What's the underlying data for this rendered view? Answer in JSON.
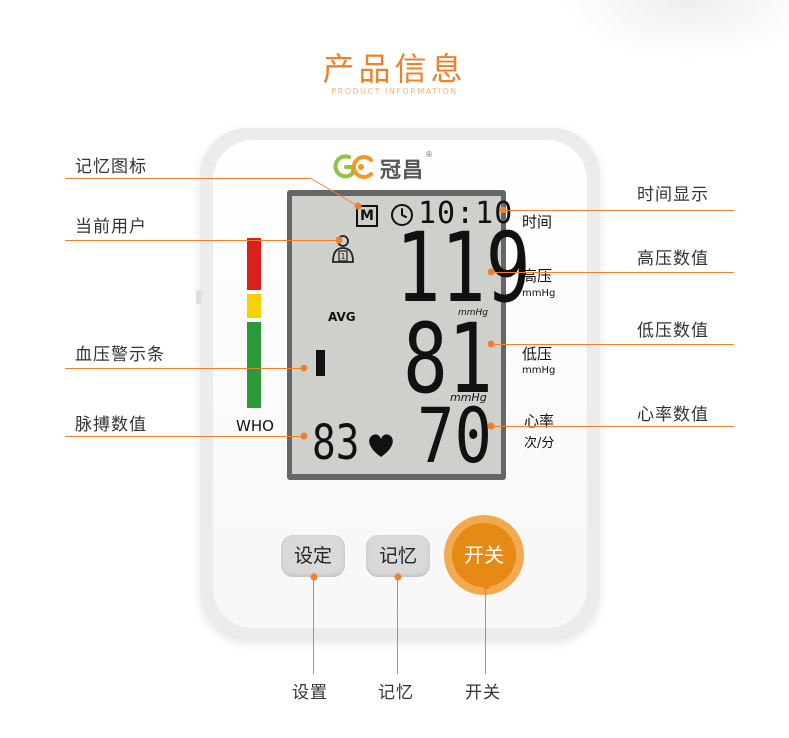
{
  "header": {
    "title": "产品信息",
    "subtitle": "PRODUCT INFORMATION"
  },
  "brand": {
    "logo_mark": "GC",
    "logo_text": "冠昌",
    "registered": "®"
  },
  "callouts": {
    "memory_icon": "记忆图标",
    "current_user": "当前用户",
    "bp_warning": "血压警示条",
    "pulse_value": "脉搏数值",
    "time_display": "时间显示",
    "systolic_value": "高压数值",
    "diastolic_value": "低压数值",
    "heart_rate_value": "心率数值"
  },
  "lcd": {
    "memory_badge": "M",
    "time": "10:10",
    "systolic": "119",
    "diastolic": "81",
    "pulse": "83",
    "heart_rate": "70",
    "avg_label": "AVG",
    "unit_mmhg": "mmHg"
  },
  "panel_labels": {
    "time": "时间",
    "high": "高压",
    "high_unit": "mmHg",
    "low": "低压",
    "low_unit": "mmHg",
    "rate": "心率",
    "rate_unit": "次/分",
    "who": "WHO"
  },
  "buttons": {
    "set": "设定",
    "memory": "记忆",
    "power": "开关"
  },
  "bottom_labels": {
    "set": "设置",
    "memory": "记忆",
    "power": "开关"
  },
  "colors": {
    "accent": "#f0812b",
    "power_button": "#e48a15",
    "warning_red": "#d9201f",
    "warning_yellow": "#f6d100",
    "warning_green": "#2d9a39",
    "lcd_background": "#cdd0cb"
  }
}
